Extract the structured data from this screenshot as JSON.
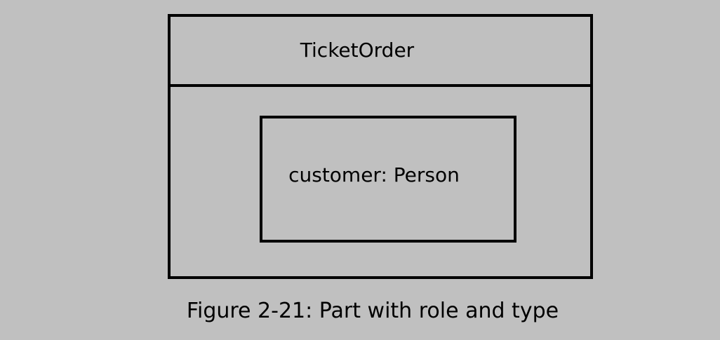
{
  "colors": {
    "background": "#c0c0c0",
    "line": "#000000",
    "text": "#000000"
  },
  "diagram": {
    "outer_class": {
      "name": "TicketOrder"
    },
    "part": {
      "label": "customer: Person"
    }
  },
  "caption": "Figure 2-21: Part with role and type"
}
